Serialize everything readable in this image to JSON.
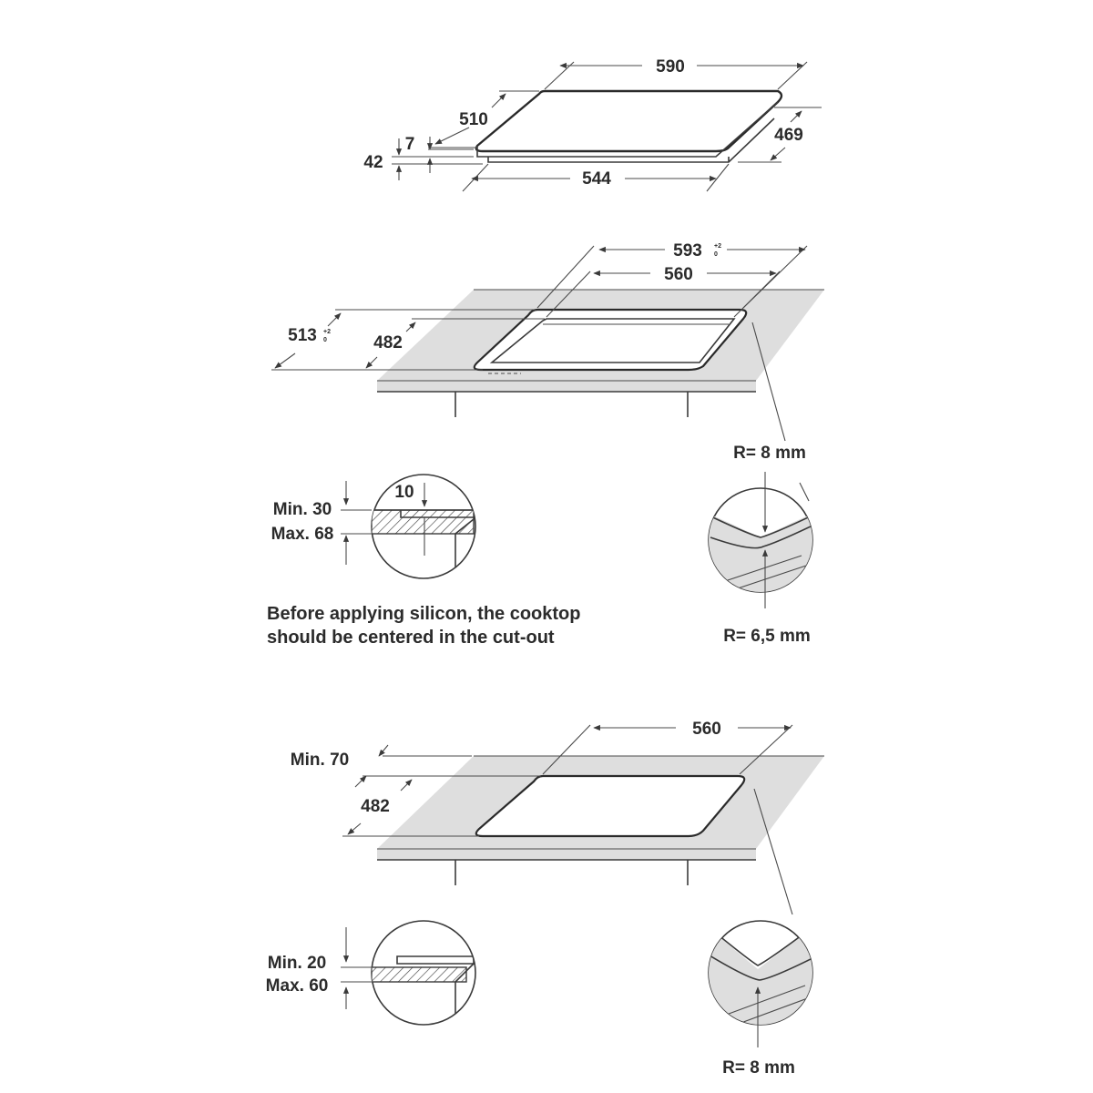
{
  "hob": {
    "width": "590",
    "depth": "510",
    "glass_thickness": "7",
    "total_height": "42",
    "base_width": "544",
    "base_depth": "469"
  },
  "flush_cutout": {
    "outer_width": "593",
    "outer_width_tol_plus": "+2",
    "outer_width_tol_minus": "0",
    "inner_width": "560",
    "outer_depth": "513",
    "outer_depth_tol_plus": "+2",
    "outer_depth_tol_minus": "0",
    "inner_depth": "482",
    "step_depth": "10",
    "worktop_min": "Min. 30",
    "worktop_max": "Max. 68",
    "radius_outer": "R= 8 mm",
    "radius_inner": "R= 6,5 mm"
  },
  "note": {
    "line1": "Before applying silicon, the cooktop",
    "line2": "should be centered in the cut-out"
  },
  "standard_cutout": {
    "width": "560",
    "min_back": "Min. 70",
    "depth": "482",
    "worktop_min": "Min. 20",
    "worktop_max": "Max. 60",
    "radius": "R= 8 mm"
  }
}
